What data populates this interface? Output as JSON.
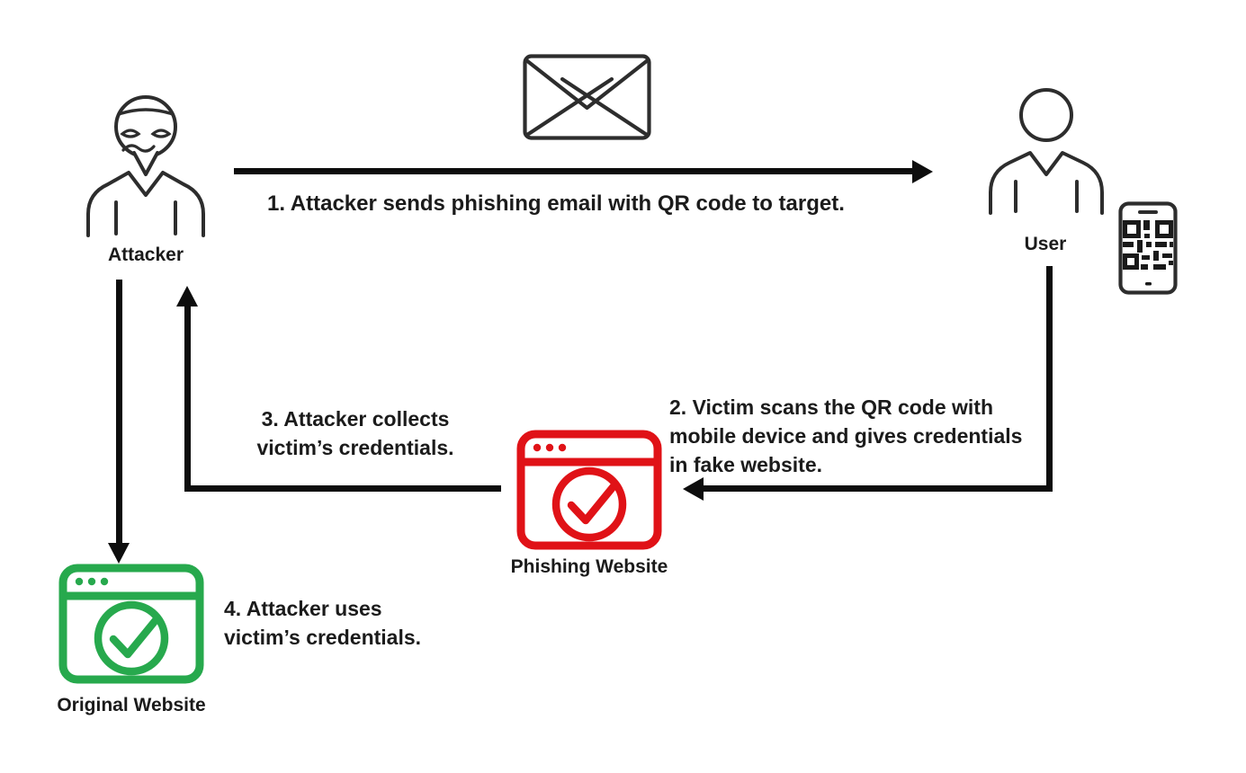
{
  "colors": {
    "background": "#ffffff",
    "arrow_black": "#0d0d0d",
    "icon_stroke": "#2d2d2d",
    "phishing_red": "#e01217",
    "original_green": "#27a94d",
    "text": "#1b1b1b"
  },
  "nodes": {
    "attacker": {
      "label": "Attacker",
      "icon": "masked-attacker-icon"
    },
    "user": {
      "label": "User",
      "icon": "person-icon"
    },
    "email": {
      "icon": "envelope-icon"
    },
    "qr_phone": {
      "icon": "phone-qr-code-icon"
    },
    "phishing_website": {
      "label": "Phishing Website",
      "icon": "browser-check-icon",
      "color": "#e01217"
    },
    "original_website": {
      "label": "Original Website",
      "icon": "browser-check-icon",
      "color": "#27a94d"
    }
  },
  "steps": {
    "step1": {
      "lines": [
        "1. Attacker sends phishing email with QR code to target."
      ]
    },
    "step2": {
      "lines": [
        "2. Victim scans the QR code with",
        "mobile device and gives credentials",
        "in fake website."
      ]
    },
    "step3": {
      "lines": [
        "3. Attacker collects",
        "victim’s credentials."
      ]
    },
    "step4": {
      "lines": [
        "4. Attacker uses",
        "victim’s credentials."
      ]
    }
  }
}
